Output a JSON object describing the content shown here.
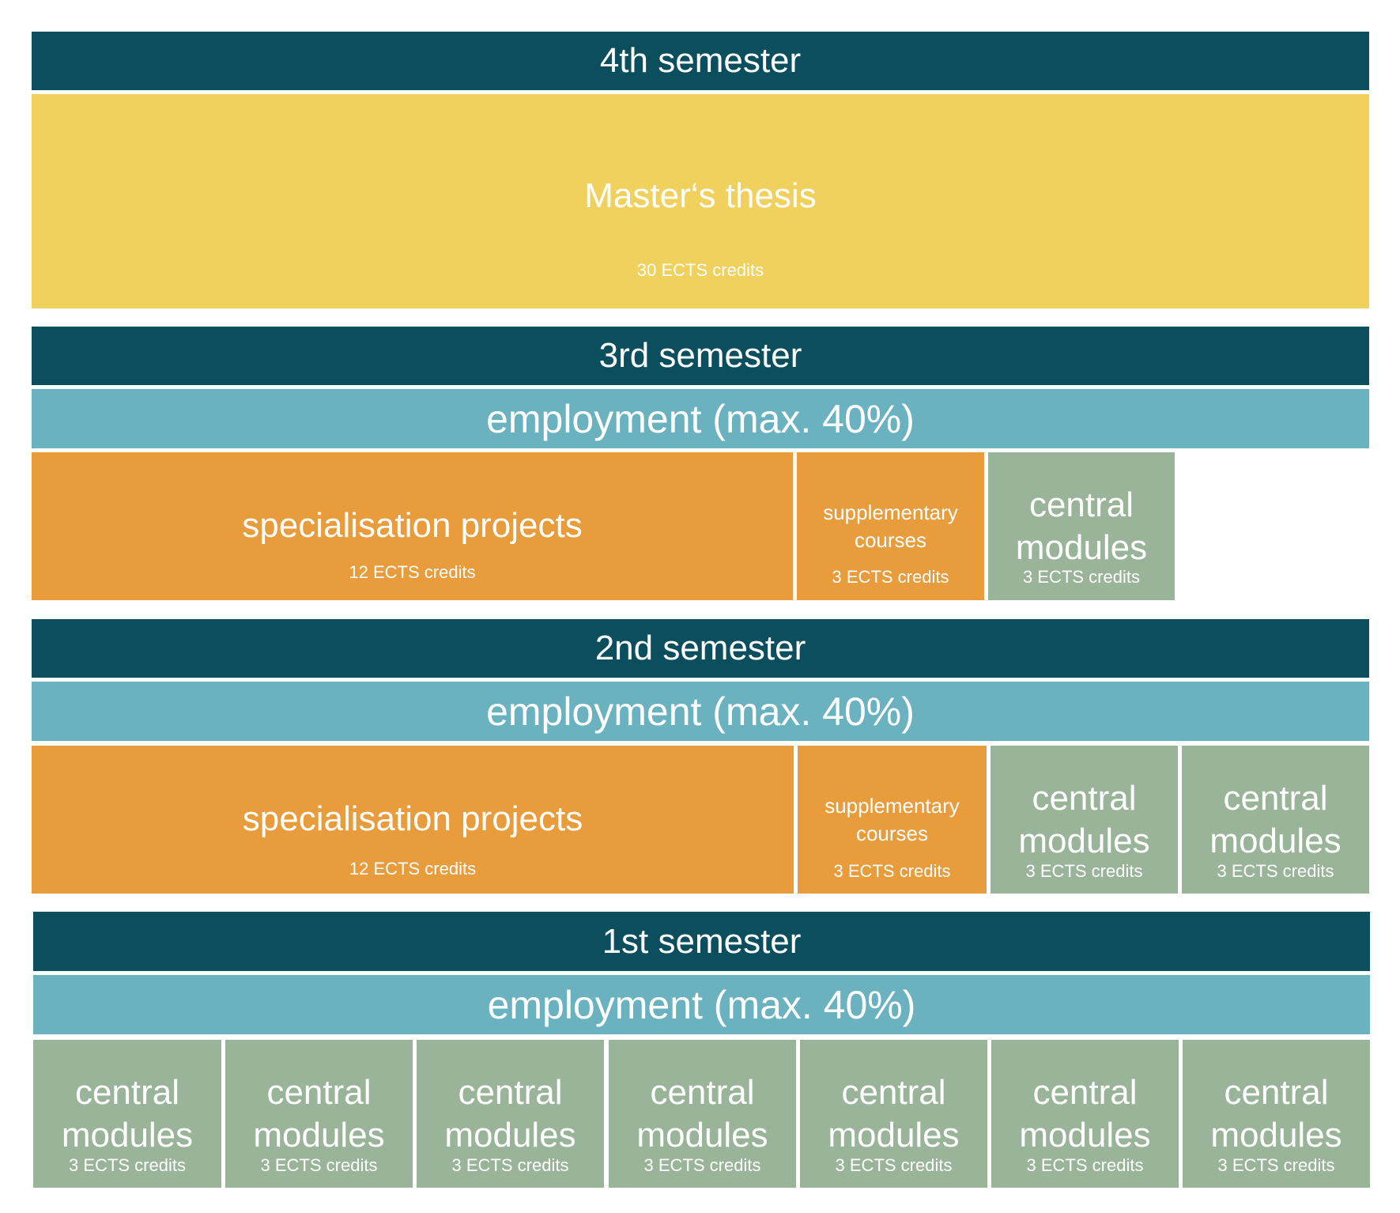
{
  "semesters": [
    {
      "title": "4th semester",
      "thesis": {
        "title": "Master‘s thesis",
        "credits": "30 ECTS credits"
      }
    },
    {
      "title": "3rd semester",
      "employment": "employment (max. 40%)",
      "specialisation": {
        "title": "specialisation projects",
        "credits": "12 ECTS credits"
      },
      "supplementary": {
        "line1": "supplementary",
        "line2": "courses",
        "credits": "3 ECTS credits"
      },
      "central_modules": [
        {
          "line1": "central",
          "line2": "modules",
          "credits": "3 ECTS credits"
        }
      ]
    },
    {
      "title": "2nd semester",
      "employment": "employment (max. 40%)",
      "specialisation": {
        "title": "specialisation projects",
        "credits": "12 ECTS credits"
      },
      "supplementary": {
        "line1": "supplementary",
        "line2": "courses",
        "credits": "3 ECTS credits"
      },
      "central_modules": [
        {
          "line1": "central",
          "line2": "modules",
          "credits": "3 ECTS credits"
        },
        {
          "line1": "central",
          "line2": "modules",
          "credits": "3 ECTS credits"
        }
      ]
    },
    {
      "title": "1st semester",
      "employment": "employment (max. 40%)",
      "central_modules": [
        {
          "line1": "central",
          "line2": "modules",
          "credits": "3 ECTS credits"
        },
        {
          "line1": "central",
          "line2": "modules",
          "credits": "3 ECTS credits"
        },
        {
          "line1": "central",
          "line2": "modules",
          "credits": "3 ECTS credits"
        },
        {
          "line1": "central",
          "line2": "modules",
          "credits": "3 ECTS credits"
        },
        {
          "line1": "central",
          "line2": "modules",
          "credits": "3 ECTS credits"
        },
        {
          "line1": "central",
          "line2": "modules",
          "credits": "3 ECTS credits"
        },
        {
          "line1": "central",
          "line2": "modules",
          "credits": "3 ECTS credits"
        }
      ]
    }
  ],
  "colors": {
    "header": "#0b4f5e",
    "employment": "#6ab2bf",
    "thesis": "#f1d15d",
    "specialisation": "#e89c3b",
    "central_modules": "#99b499"
  }
}
